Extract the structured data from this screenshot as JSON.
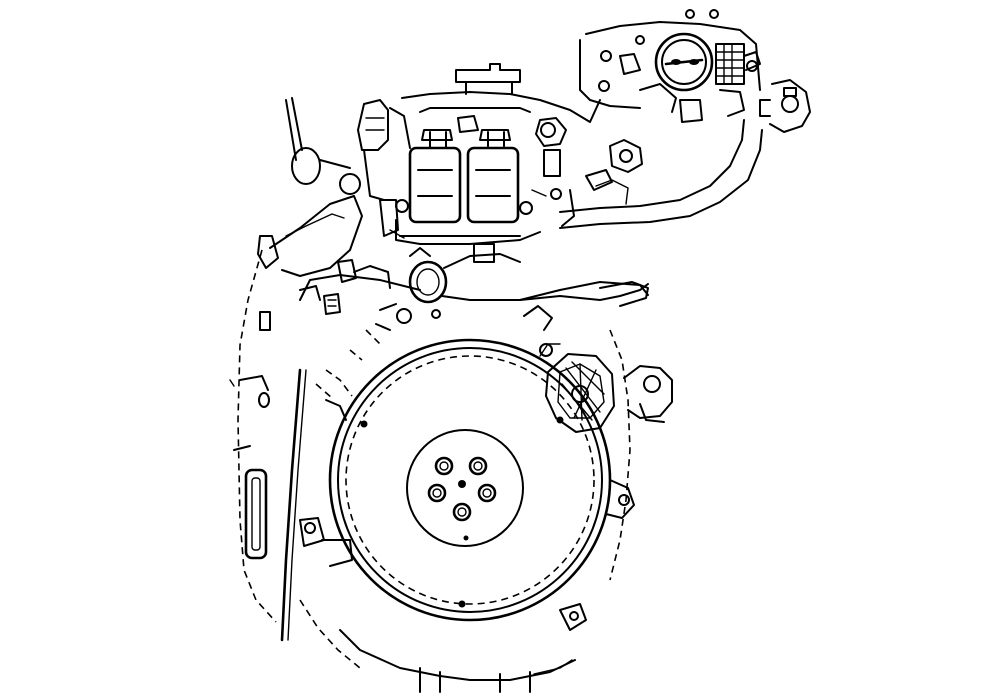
{
  "figure": {
    "subject": "engine-assembly",
    "line_color": "#000000",
    "background_color": "#ffffff"
  },
  "components": [
    {
      "name": "flywheel",
      "bolt_count": 5
    },
    {
      "name": "intake-manifold-runners",
      "count": 2
    },
    {
      "name": "throttle-body"
    },
    {
      "name": "water-pump"
    },
    {
      "name": "oil-dipstick"
    },
    {
      "name": "engine-block"
    }
  ]
}
